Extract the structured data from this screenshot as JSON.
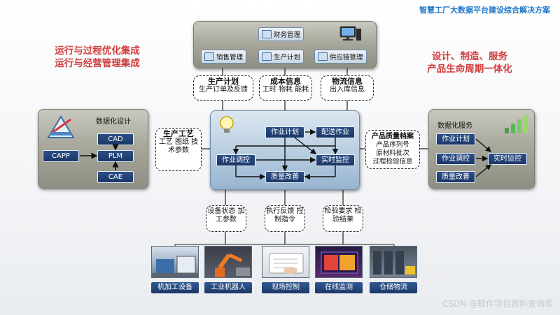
{
  "header": {
    "title": "智慧工厂大数据平台建设综合解决方案"
  },
  "slogans": {
    "left": [
      "运行与过程优化集成",
      "运行与经营管理集成"
    ],
    "right": [
      "设计、制造、服务",
      "产品生命周期一体化"
    ]
  },
  "top_panel": {
    "finance": "财务管理",
    "sales": "销售管理",
    "production_plan": "生产计划",
    "supply_chain": "供应链管理"
  },
  "top_info": [
    {
      "title": "生产计划",
      "body": "生产订单及反馈"
    },
    {
      "title": "成本信息",
      "body": "工时 物耗 能耗"
    },
    {
      "title": "物流信息",
      "body": "出入库信息"
    }
  ],
  "left_panel": {
    "title": "数据化设计",
    "cad": "CAD",
    "capp": "CAPP",
    "plm": "PLM",
    "cae": "CAE"
  },
  "left_info": {
    "title": "生产工艺",
    "body": "工艺 图纸 技术参数"
  },
  "center": {
    "job_plan": "作业计划",
    "dispatch": "配送作业",
    "job_control": "作业调控",
    "realtime": "实时监控",
    "quality": "质量改善"
  },
  "right_info": {
    "title": "产品质量档案",
    "lines": [
      "产品序列号",
      "原材料批次",
      "过程检验信息"
    ]
  },
  "right_panel": {
    "title": "数据化服务",
    "job_plan": "作业计划",
    "job_control": "作业调控",
    "quality": "质量改善",
    "realtime": "实时监控"
  },
  "bottom_info": [
    {
      "body": "设备状态 加工参数"
    },
    {
      "body": "执行反馈 控制指令"
    },
    {
      "body": "检验要求 检验结果"
    }
  ],
  "bottom_photos": [
    {
      "label": "机加工设备"
    },
    {
      "label": "工业机器人"
    },
    {
      "label": "现场控制"
    },
    {
      "label": "在线监测"
    },
    {
      "label": "仓储物流"
    }
  ],
  "watermark": "CSDN @软件项目资料查询库",
  "colors": {
    "accent_red": "#d23a3a",
    "navy": "#1b3766",
    "title_blue": "#1f78c8"
  }
}
